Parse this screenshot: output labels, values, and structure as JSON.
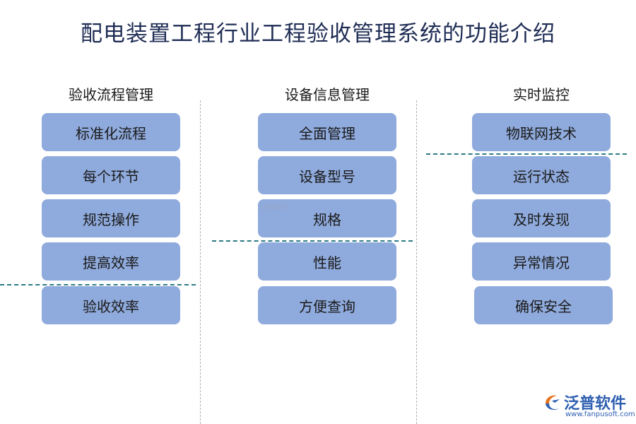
{
  "title": "配电装置工程行业工程验收管理系统的功能介绍",
  "columns": [
    {
      "heading": "验收流程管理",
      "items": [
        "标准化流程",
        "每个环节",
        "规范操作",
        "提高效率",
        "验收效率"
      ]
    },
    {
      "heading": "设备信息管理",
      "items": [
        "全面管理",
        "设备型号",
        "规格",
        "性能",
        "方便查询"
      ]
    },
    {
      "heading": "实时监控",
      "items": [
        "物联网技术",
        "运行状态",
        "及时发现",
        "异常情况",
        "确保安全"
      ]
    }
  ],
  "watermark": {
    "small": "泛普软件"
  },
  "logo": {
    "name": "泛普软件",
    "url": "www.fanpusoft.com"
  },
  "colors": {
    "box_fill": "#8faadc",
    "title": "#1f2d55",
    "dashed_accent": "#2e7b85",
    "logo": "#2f5fb0"
  }
}
